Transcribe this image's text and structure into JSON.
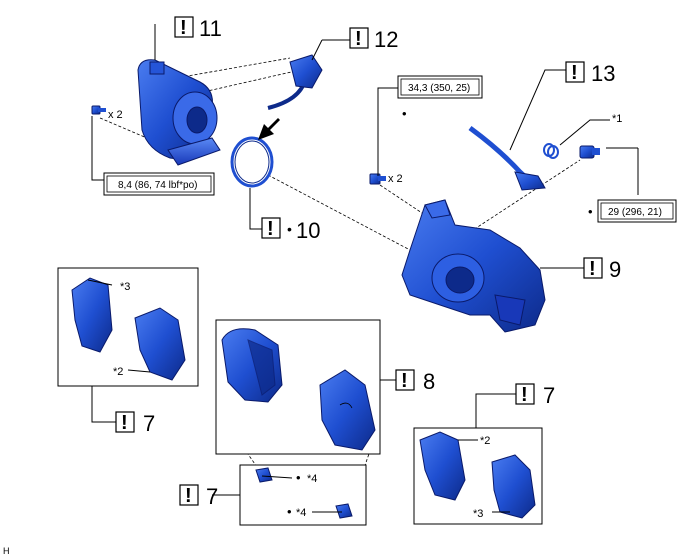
{
  "diagram": {
    "warn_glyph": "!",
    "callouts": {
      "c11": "11",
      "c12": "12",
      "c13": "13",
      "c10": "10",
      "c9": "9",
      "c8": "8",
      "c7a": "7",
      "c7b": "7",
      "c7c": "7"
    },
    "torque": {
      "t1": "8,4 (86, 74 lbf*po)",
      "t2": "34,3 (350, 25)",
      "t3": "29 (296, 21)"
    },
    "quantities": {
      "q1": "x 2",
      "q2": "x 2"
    },
    "star_labels": {
      "s1": "*1",
      "s2a": "*2",
      "s2b": "*2",
      "s3a": "*3",
      "s3b": "*3",
      "s4a": "*4",
      "s4b": "*4"
    },
    "bullet": "•",
    "corner_code": "H",
    "colors": {
      "part_blue": "#1f4fd1",
      "part_dark": "#0d2a8a",
      "part_light": "#4a7cf0"
    }
  }
}
